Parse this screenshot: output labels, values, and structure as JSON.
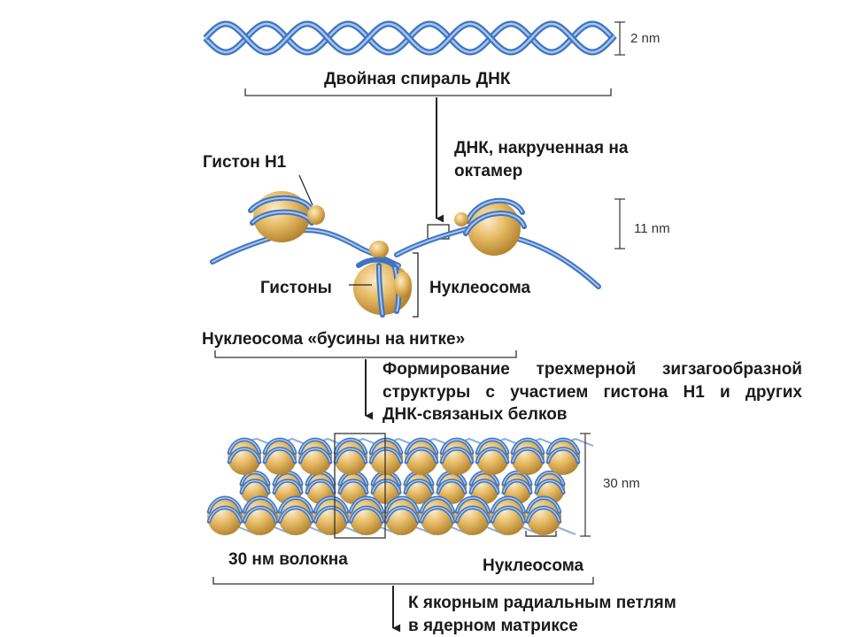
{
  "labels": {
    "double_helix": "Двойная спираль ДНК",
    "dna_wound": "ДНК, накрученная на октамер",
    "histone_h1": "Гистон Н1",
    "histones": "Гистоны",
    "nucleosome_top": "Нуклеосома",
    "beads_on_string": "Нуклеосома «бусины на нитке»",
    "formation_line1": "Формирование трехмерной зигзагообразной",
    "formation_line2": "структуры  с участием  гистона Н1 и других",
    "formation_line3": "ДНК-связаных белков",
    "fiber_30nm": "30 нм волокна",
    "nucleosome_bottom": "Нуклеосома",
    "anchor_line1": "К якорным радиальным петлям",
    "anchor_line2": "в ядерном матриксе"
  },
  "scales": {
    "helix_width": "2 nm",
    "nucleosome_width": "11 nm",
    "fiber_width": "30 nm"
  },
  "colors": {
    "dna_blue": "#3f74c2",
    "dna_light": "#a7c6ec",
    "histone_gold": "#e3b45a",
    "histone_light": "#f6e3b4",
    "histone_dark": "#b07f2c",
    "line": "#222222"
  }
}
